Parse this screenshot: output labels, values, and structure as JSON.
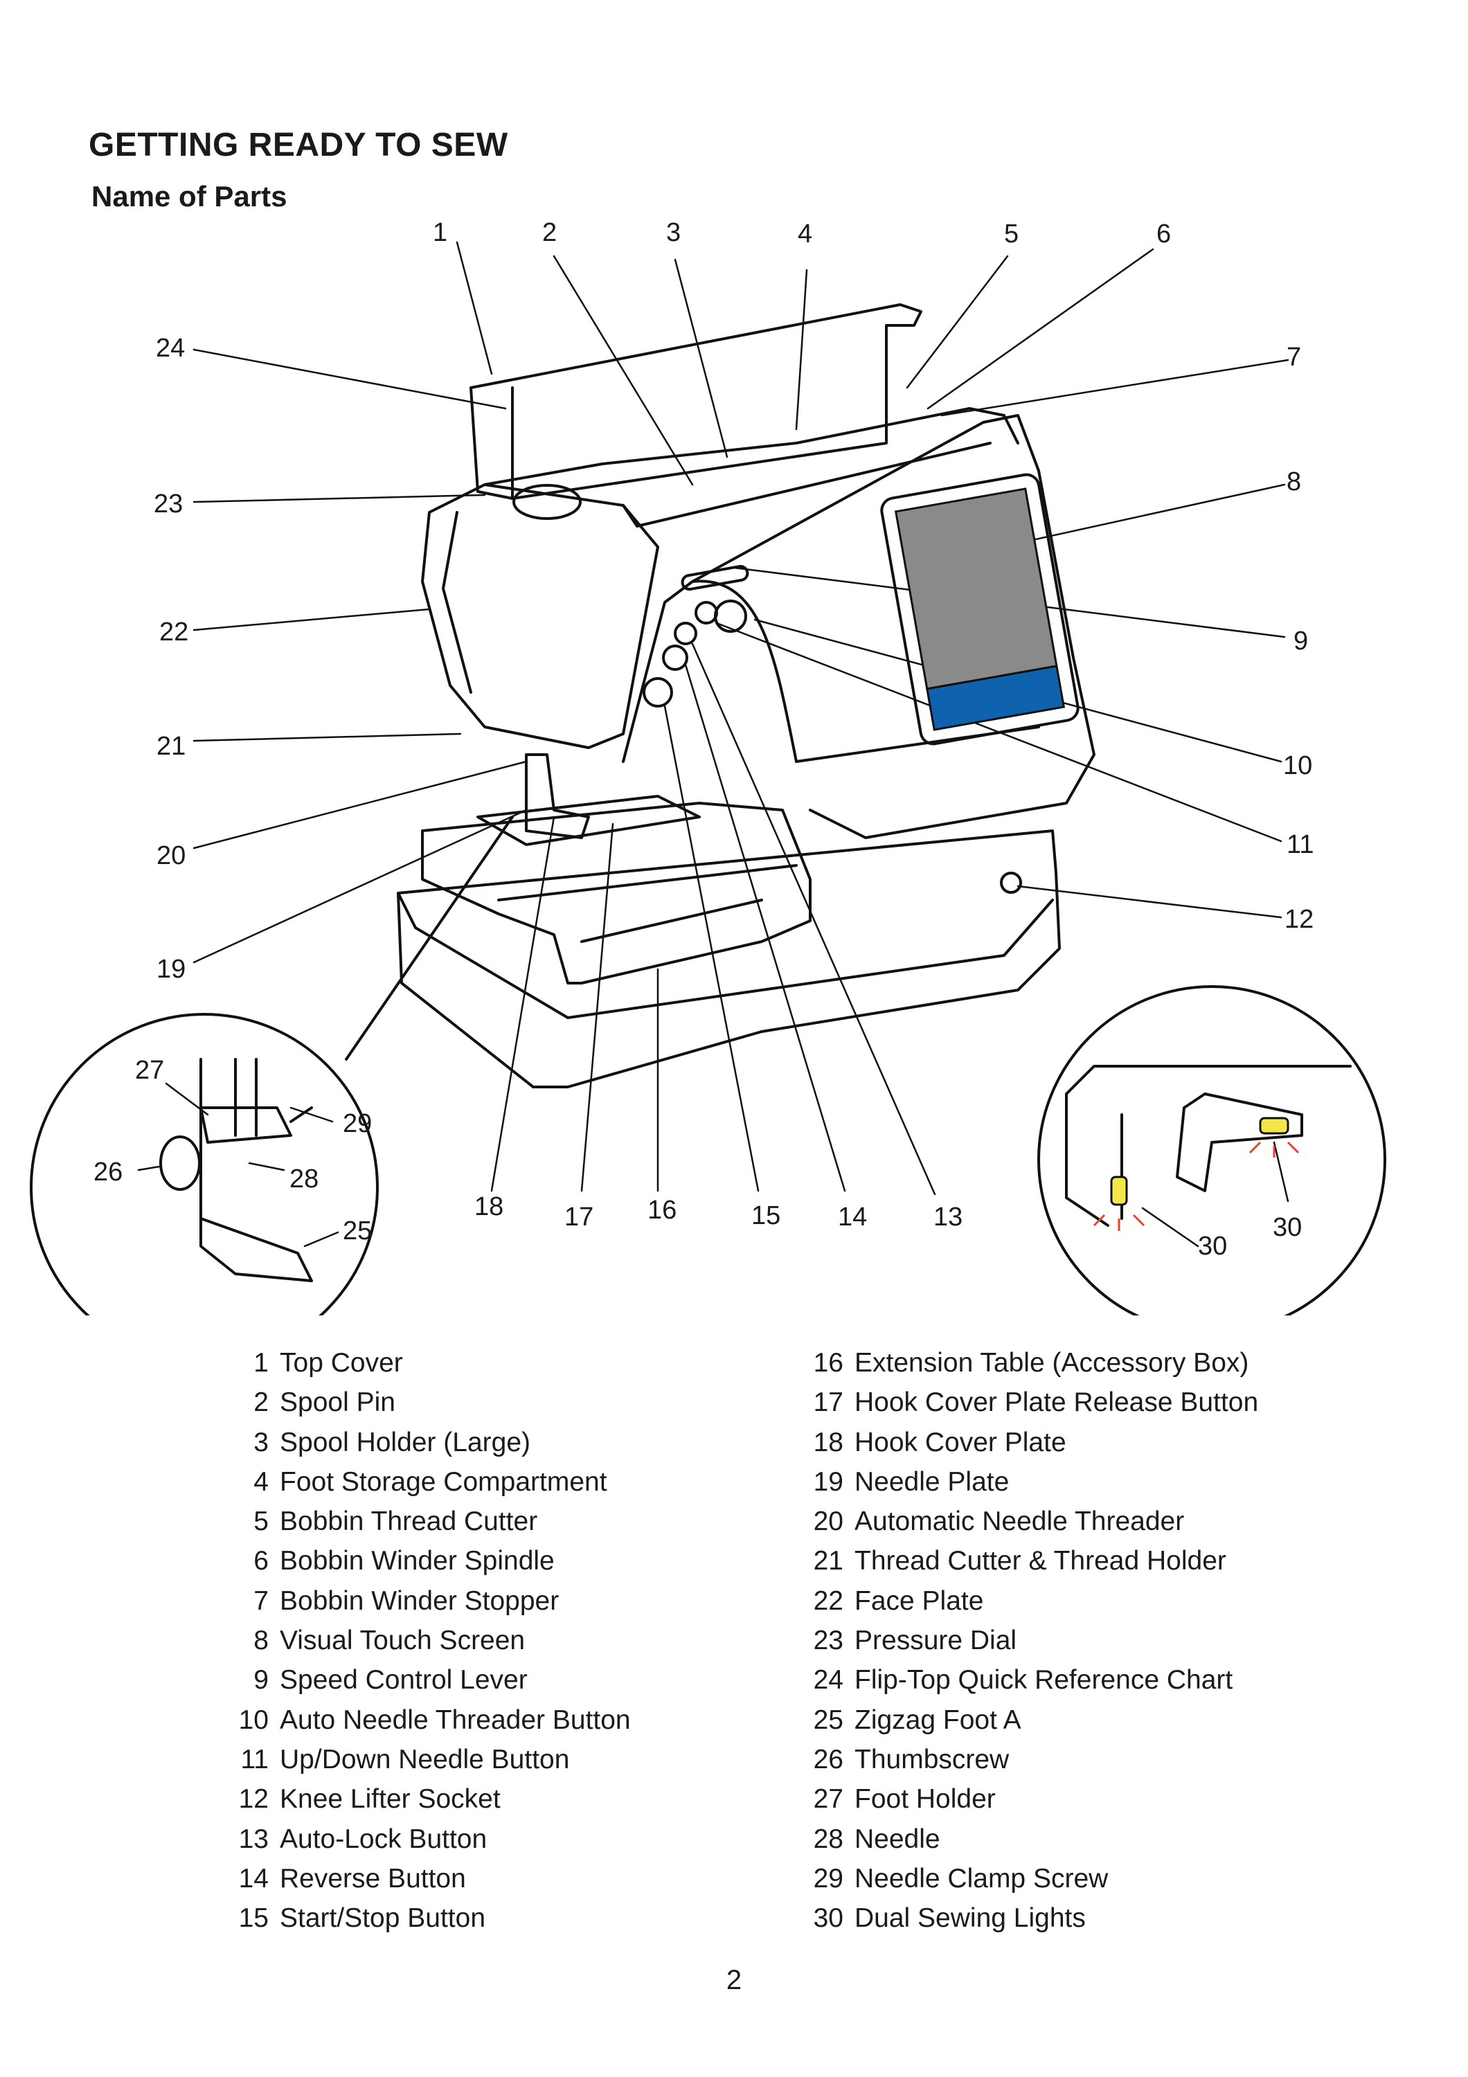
{
  "header": {
    "title": "GETTING READY TO SEW",
    "subtitle": "Name of Parts"
  },
  "colors": {
    "screen_gray": "#8a8a8a",
    "screen_blue": "#0f62ad",
    "light_yellow": "#f2e64a",
    "light_ray_red": "#e8442a",
    "outline": "#111111"
  },
  "callouts": [
    "1",
    "2",
    "3",
    "4",
    "5",
    "6",
    "7",
    "8",
    "9",
    "10",
    "11",
    "12",
    "13",
    "14",
    "15",
    "16",
    "17",
    "18",
    "19",
    "20",
    "21",
    "22",
    "23",
    "24",
    "25",
    "26",
    "27",
    "28",
    "29",
    "30"
  ],
  "parts_left": [
    {
      "num": "1",
      "name": "Top Cover"
    },
    {
      "num": "2",
      "name": "Spool Pin"
    },
    {
      "num": "3",
      "name": "Spool Holder (Large)"
    },
    {
      "num": "4",
      "name": "Foot Storage Compartment"
    },
    {
      "num": "5",
      "name": "Bobbin Thread Cutter"
    },
    {
      "num": "6",
      "name": "Bobbin Winder Spindle"
    },
    {
      "num": "7",
      "name": "Bobbin Winder Stopper"
    },
    {
      "num": "8",
      "name": "Visual Touch Screen"
    },
    {
      "num": "9",
      "name": "Speed Control Lever"
    },
    {
      "num": "10",
      "name": "Auto Needle Threader Button"
    },
    {
      "num": "11",
      "name": "Up/Down Needle Button"
    },
    {
      "num": "12",
      "name": "Knee Lifter Socket"
    },
    {
      "num": "13",
      "name": "Auto-Lock Button"
    },
    {
      "num": "14",
      "name": "Reverse Button"
    },
    {
      "num": "15",
      "name": "Start/Stop Button"
    }
  ],
  "parts_right": [
    {
      "num": "16",
      "name": "Extension Table (Accessory Box)"
    },
    {
      "num": "17",
      "name": "Hook Cover Plate Release Button"
    },
    {
      "num": "18",
      "name": "Hook Cover Plate"
    },
    {
      "num": "19",
      "name": "Needle Plate"
    },
    {
      "num": "20",
      "name": "Automatic Needle Threader"
    },
    {
      "num": "21",
      "name": "Thread Cutter & Thread Holder"
    },
    {
      "num": "22",
      "name": "Face Plate"
    },
    {
      "num": "23",
      "name": "Pressure Dial"
    },
    {
      "num": "24",
      "name": "Flip-Top Quick Reference Chart"
    },
    {
      "num": "25",
      "name": "Zigzag Foot A"
    },
    {
      "num": "26",
      "name": "Thumbscrew"
    },
    {
      "num": "27",
      "name": "Foot Holder"
    },
    {
      "num": "28",
      "name": "Needle"
    },
    {
      "num": "29",
      "name": "Needle Clamp Screw"
    },
    {
      "num": "30",
      "name": "Dual Sewing Lights"
    }
  ],
  "page_number": "2"
}
